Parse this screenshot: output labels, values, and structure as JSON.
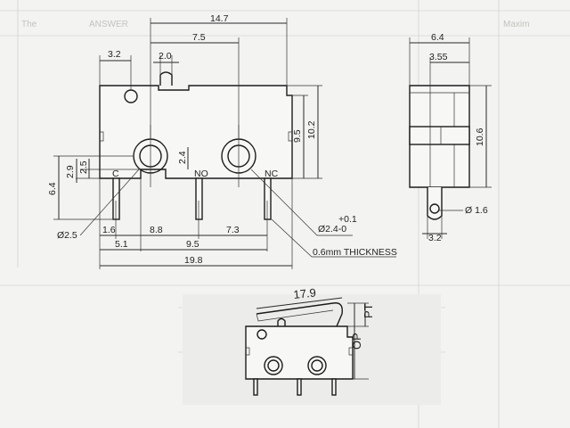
{
  "front_view": {
    "dims": {
      "overall_width": "14.7",
      "lever_offset": "7.5",
      "lever_width": "2.0",
      "hole_offset": "3.2",
      "height_full": "10.2",
      "height_body": "9.5",
      "hole_v1": "2.4",
      "hole_v2": "2.9",
      "hole_v3": "2.5",
      "pin_height": "6.4",
      "pin_pitch_1": "8.8",
      "pin_pitch_2": "7.3",
      "pin_edge": "1.6",
      "base_1": "5.1",
      "base_2": "9.5",
      "total_length": "19.8"
    },
    "terminals": {
      "c": "C",
      "no": "NO",
      "nc": "NC"
    },
    "notes": {
      "mount_hole": "Ø2.5",
      "pin_hole": "Ø2.4-0",
      "pin_hole_tol": "+0.1",
      "thickness": "0.6mm THICKNESS"
    }
  },
  "side_view": {
    "dims": {
      "width": "6.4",
      "inner_width": "3.55",
      "height": "10.6",
      "pin_width": "3.2"
    },
    "notes": {
      "pin_hole": "Ø 1.6"
    }
  },
  "bottom_view": {
    "dims": {
      "lever_length": "17.9",
      "op": "OP",
      "pt": "PT"
    }
  },
  "background_text": {
    "top_left": "The",
    "top_mid": "ANSWER",
    "right": "Maxim"
  }
}
